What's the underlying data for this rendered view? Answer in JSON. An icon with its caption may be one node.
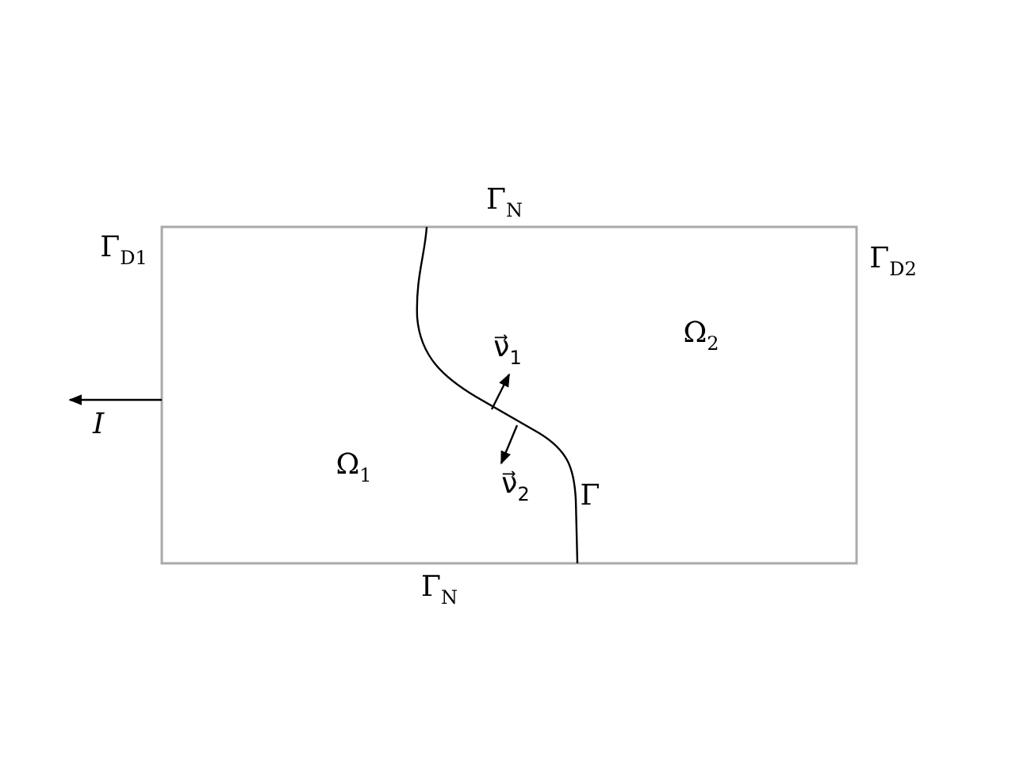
{
  "diagram": {
    "labels": [
      "Γ$_{N}$",
      "Γ$_{D1}$",
      "Γ$_{D2}$",
      "Ω$_{2}$",
      "ν⃗$_{1}$",
      "I",
      "Ω$_{1}$",
      "ν⃗$_{2}$",
      "Γ",
      "Γ$_{N}$"
    ]
  }
}
